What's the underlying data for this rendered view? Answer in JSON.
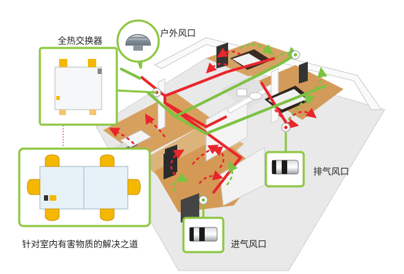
{
  "labels": {
    "heat_exchanger": "全热交换器",
    "outdoor_vent": "户外风口",
    "exhaust_vent": "排气风口",
    "intake_vent": "进气风口",
    "caption": "针对室内有害物质的解决之道"
  },
  "colors": {
    "supply_duct": "#e8262b",
    "exhaust_duct": "#7dc242",
    "callout_green": "#8cc63f",
    "wall": "#f2f2f2",
    "floor": "#d8a05d",
    "unit_body": "#eef3f7",
    "unit_port": "#f5b800"
  }
}
